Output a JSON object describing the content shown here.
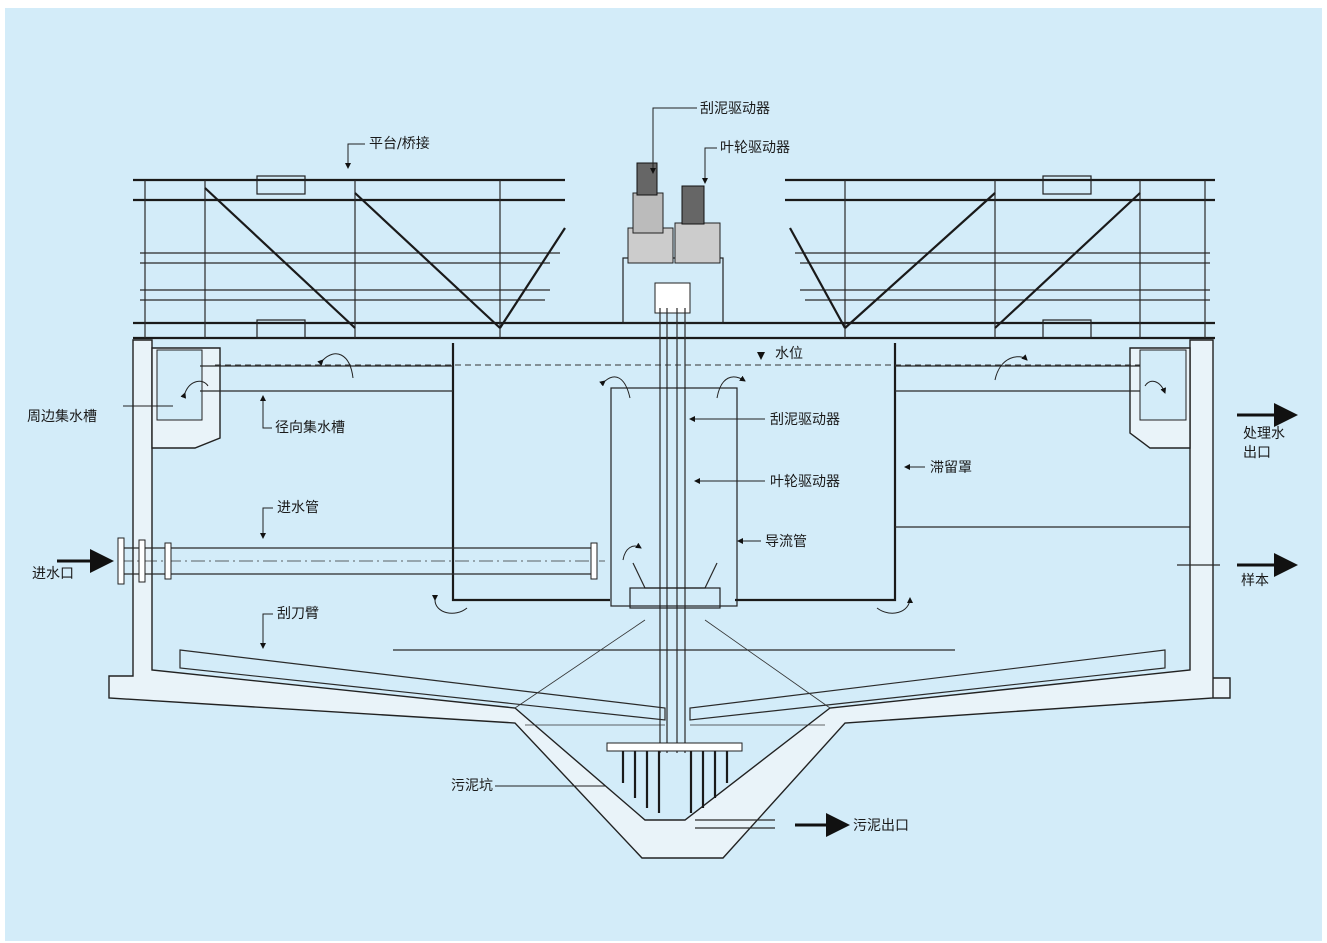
{
  "labels": {
    "scraper_drive_top": "刮泥驱动器",
    "impeller_drive_top": "叶轮驱动器",
    "platform_bridge": "平台/桥接",
    "water_level": "水位",
    "peripheral_launder": "周边集水槽",
    "radial_launder": "径向集水槽",
    "scraper_drive_shaft": "刮泥驱动器",
    "impeller_drive_shaft": "叶轮驱动器",
    "retention_hood": "滞留罩",
    "treated_outlet_line1": "处理水",
    "treated_outlet_line2": "出口",
    "inlet_pipe": "进水管",
    "inlet": "进水口",
    "draft_tube": "导流管",
    "sample": "样本",
    "scraper_arm": "刮刀臂",
    "sludge_pit": "污泥坑",
    "sludge_outlet": "污泥出口"
  }
}
